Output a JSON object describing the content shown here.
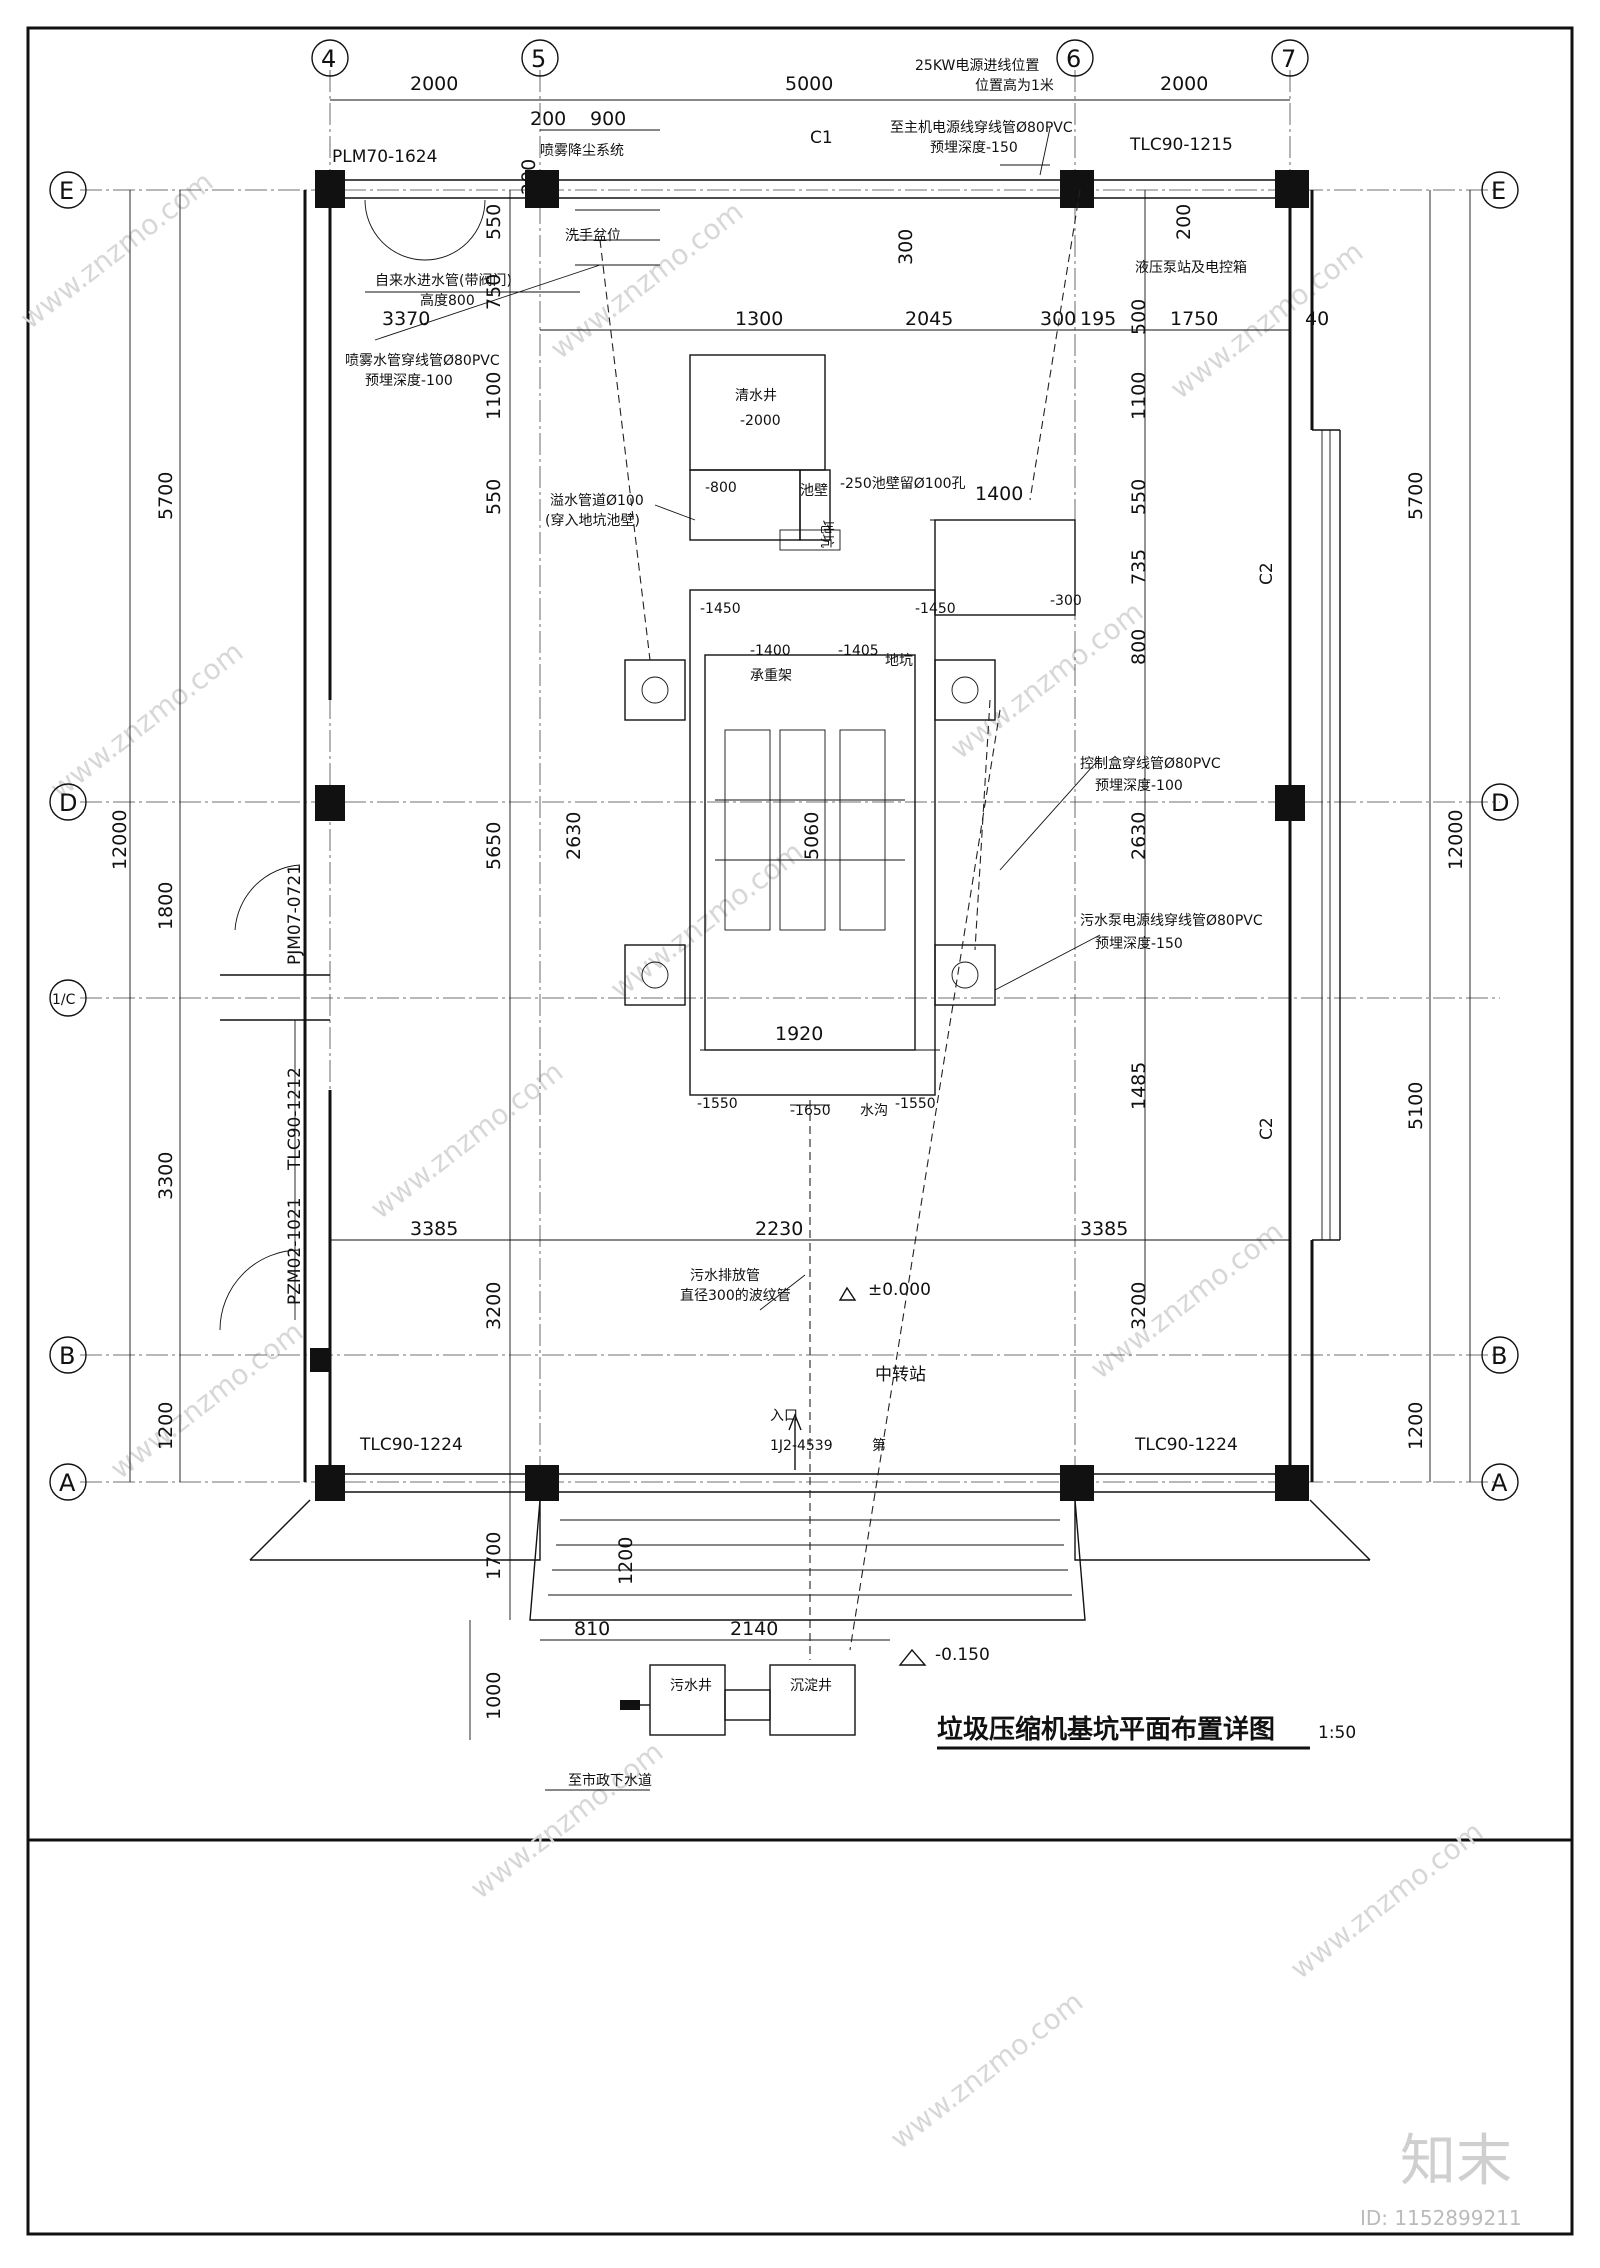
{
  "title": "垃圾压缩机基坑平面布置详图",
  "scale": "1:50",
  "watermark": {
    "site": "www.znzmo.com",
    "brand": "知末",
    "id": "ID: 1152899211"
  },
  "axes": {
    "vertical": [
      "4",
      "5",
      "6",
      "7"
    ],
    "horizontal": [
      "E",
      "D",
      "1/C",
      "B",
      "A"
    ]
  },
  "dims": {
    "top": [
      "2000",
      "5000",
      "2000"
    ],
    "top_small": [
      "200",
      "900"
    ],
    "left_outer": [
      "5700",
      "12000",
      "1200"
    ],
    "left_inner": [
      "1800",
      "3300"
    ],
    "right_outer": [
      "5700",
      "12000",
      "5100",
      "1200"
    ],
    "inner_row": [
      "3370",
      "1300",
      "2045",
      "300",
      "195",
      "1750",
      "40"
    ],
    "row_mid": [
      "3385",
      "2230",
      "3385"
    ],
    "col_left_vert": [
      "550",
      "200",
      "750",
      "1100",
      "550",
      "5650",
      "3200",
      "1700",
      "1000"
    ],
    "col_inner_vert": [
      "2630"
    ],
    "col_right_vert": [
      "200",
      "500",
      "1100",
      "550",
      "735",
      "800",
      "2630",
      "1485",
      "3200"
    ],
    "misc": [
      "1400",
      "5060",
      "1920",
      "300",
      "1200",
      "810",
      "2140"
    ]
  },
  "windows": [
    "PLM70-1624",
    "TLC90-1215",
    "PJM07-0721",
    "TLC90-1212",
    "PZM02-1021",
    "TLC90-1224",
    "TLC90-1224",
    "C1",
    "C2",
    "C2"
  ],
  "labels": {
    "spray": "喷雾降尘系统",
    "wash": "洗手盆位",
    "tapwater": "自来水进水管(带阀门)",
    "tapwater_h": "高度800",
    "spraypipe": "喷雾水管穿线管Ø80PVC",
    "spraypipe_d": "预埋深度-100",
    "power25": "25KW电源进线位置",
    "power25_h": "位置高为1米",
    "mainpower": "至主机电源线穿线管Ø80PVC",
    "mainpower_d": "预埋深度-150",
    "hydraulic": "液压泵站及电控箱",
    "clearwell": "清水井",
    "clearwell_d": "-2000",
    "overflow": "溢水管道Ø100",
    "overflow_n": "(穿入地坑池壁)",
    "hole": "-250池壁留Ø100孔",
    "m800": "-800",
    "pitwall": "池壁",
    "l1450a": "-1450",
    "l1450b": "-1450",
    "m300": "-300",
    "m1400": "-1400",
    "bearing": "承重架",
    "m1405": "-1405",
    "pit": "地坑",
    "ctrlpipe": "控制盒穿线管Ø80PVC",
    "ctrlpipe_d": "预埋深度-100",
    "sewpipe": "污水泵电源线穿线管Ø80PVC",
    "sewpipe_d": "预埋深度-150",
    "m1550a": "-1550",
    "m1650": "-1650",
    "ditch": "水沟",
    "m1550b": "-1550",
    "drainpipe": "污水排放管",
    "drainpipe_d": "直径300的波纹管",
    "level0": "±0.000",
    "station": "中转站",
    "entry": "入口",
    "ramp": "1J2-4539",
    "ramp_sfx": "第",
    "level150": "-0.150",
    "sewwell": "污水井",
    "settle": "沉淀井",
    "tosewer": "至市政下水道",
    "side": "地坑"
  }
}
